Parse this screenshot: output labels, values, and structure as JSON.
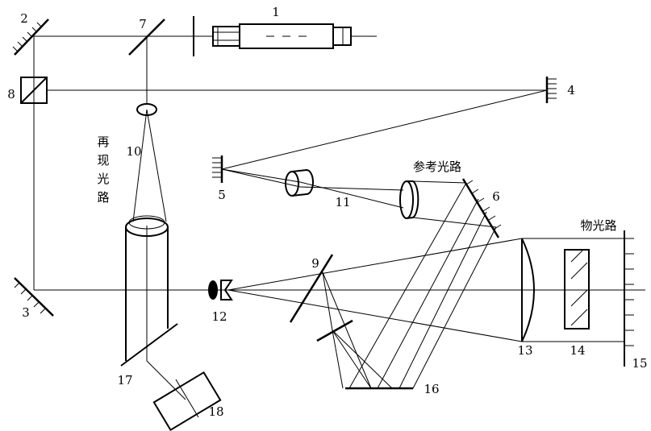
{
  "labels": {
    "n1": "1",
    "n2": "2",
    "n3": "3",
    "n4": "4",
    "n5": "5",
    "n6": "6",
    "n7": "7",
    "n8": "8",
    "n9": "9",
    "n10": "10",
    "n11": "11",
    "n12": "12",
    "n13": "13",
    "n14": "14",
    "n15": "15",
    "n16": "16",
    "n17": "17",
    "n18": "18"
  },
  "annotations": {
    "reconstruction_path_chars": [
      "再",
      "现",
      "光",
      "路"
    ],
    "reference_path": "参考光路",
    "object_path": "物光路"
  }
}
